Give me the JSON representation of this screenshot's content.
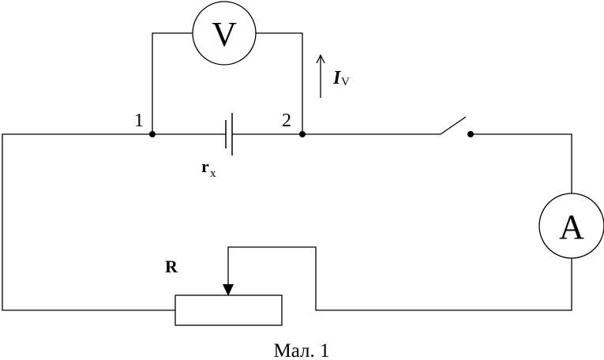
{
  "diagram": {
    "voltmeter": {
      "symbol": "V"
    },
    "ammeter": {
      "symbol": "A"
    },
    "nodes": {
      "node1": "1",
      "node2": "2"
    },
    "battery": {
      "label": "r",
      "subscript": "x"
    },
    "rheostat": {
      "label": "R"
    },
    "current": {
      "symbol": "I",
      "subscript": "V"
    },
    "caption": "Мал. 1"
  }
}
